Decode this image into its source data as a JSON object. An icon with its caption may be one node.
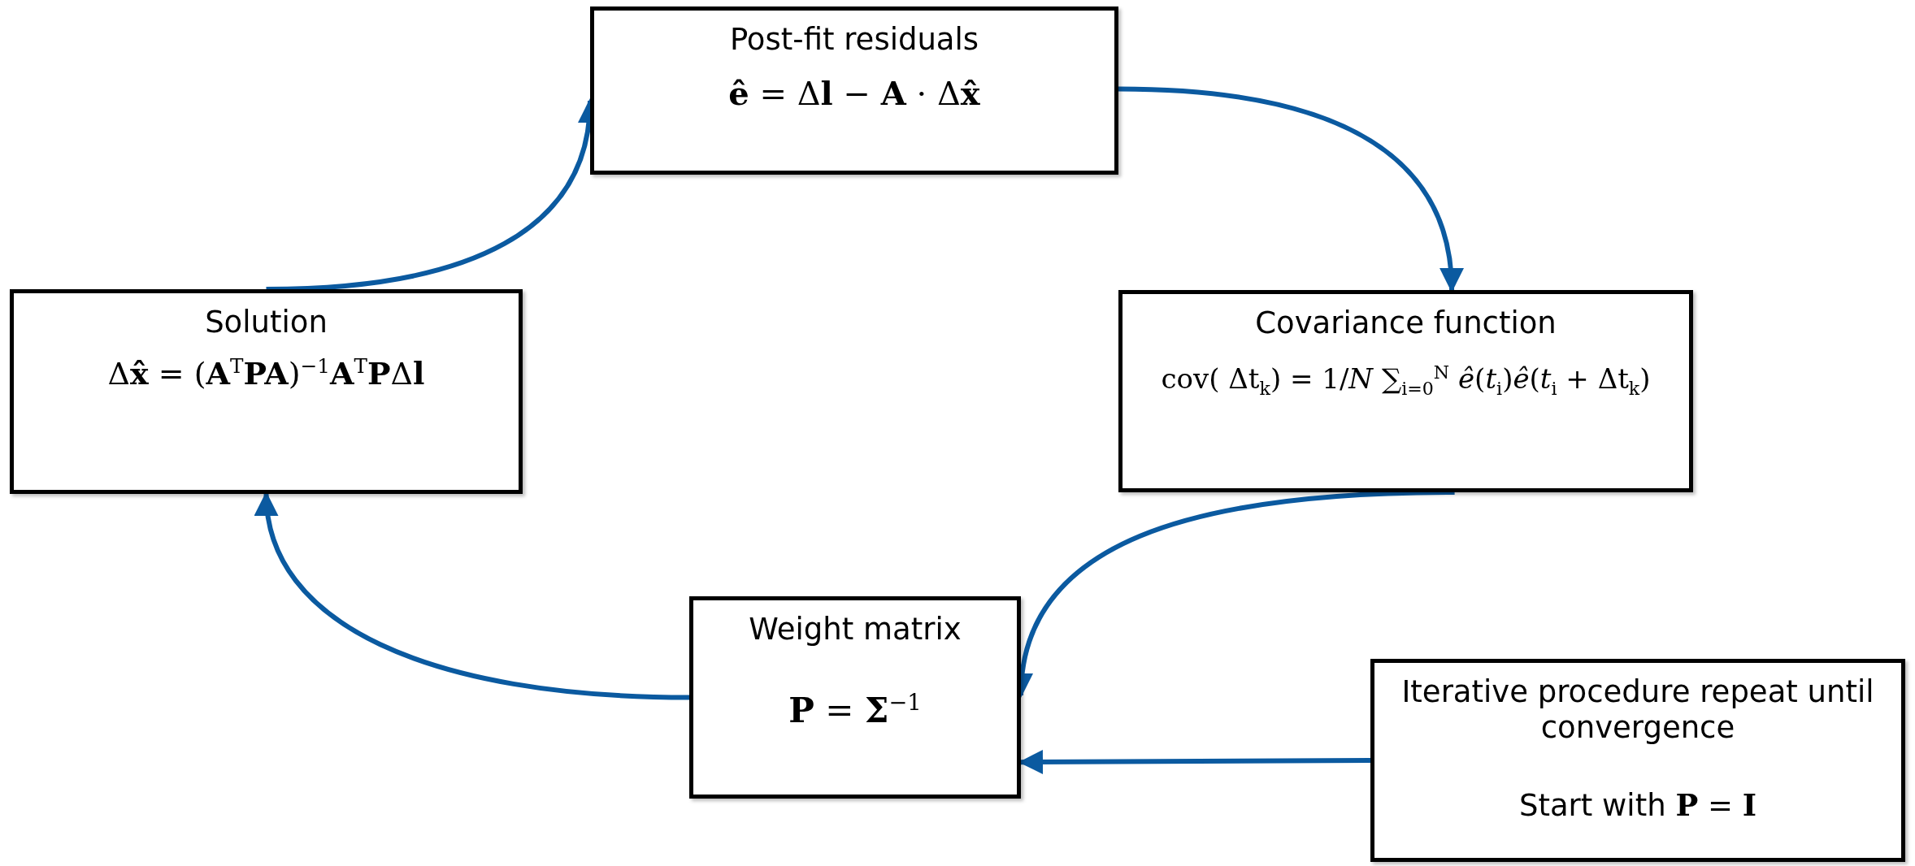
{
  "diagram": {
    "nodes": [
      {
        "text": [
          "Post-fit residuals",
          "**ê** = Δ**l** − **A** · Δ**x̂**"
        ]
      },
      {
        "text": [
          "Solution",
          "Δ**x̂** = (**A**$^{T}$**PA**)$^{−1}$**A**$^{T}$**P**Δ**l**"
        ]
      },
      {
        "text": [
          "Covariance function",
          "cov( Δt$_{k}$) = 1/*N* ∑$_{i=0}$$^{N}$ *ê*(*t*$_{i}$)*ê*(*t*$_{i}$ + Δt$_{k}$)"
        ]
      },
      {
        "text": [
          "Weight matrix",
          "**P** = **Σ**$^{−1}$"
        ]
      },
      {
        "text": [
          "Iterative procedure repeat until convergence",
          "Start with **P** = **I**"
        ]
      }
    ],
    "edges": [
      {
        "from": 1,
        "to": 0,
        "arrow": "to"
      },
      {
        "from": 0,
        "to": 2,
        "arrow": "to"
      },
      {
        "from": 2,
        "to": 3,
        "arrow": "to"
      },
      {
        "from": 3,
        "to": 1,
        "arrow": "to"
      },
      {
        "from": 4,
        "to": 3,
        "arrow": "to"
      }
    ]
  }
}
